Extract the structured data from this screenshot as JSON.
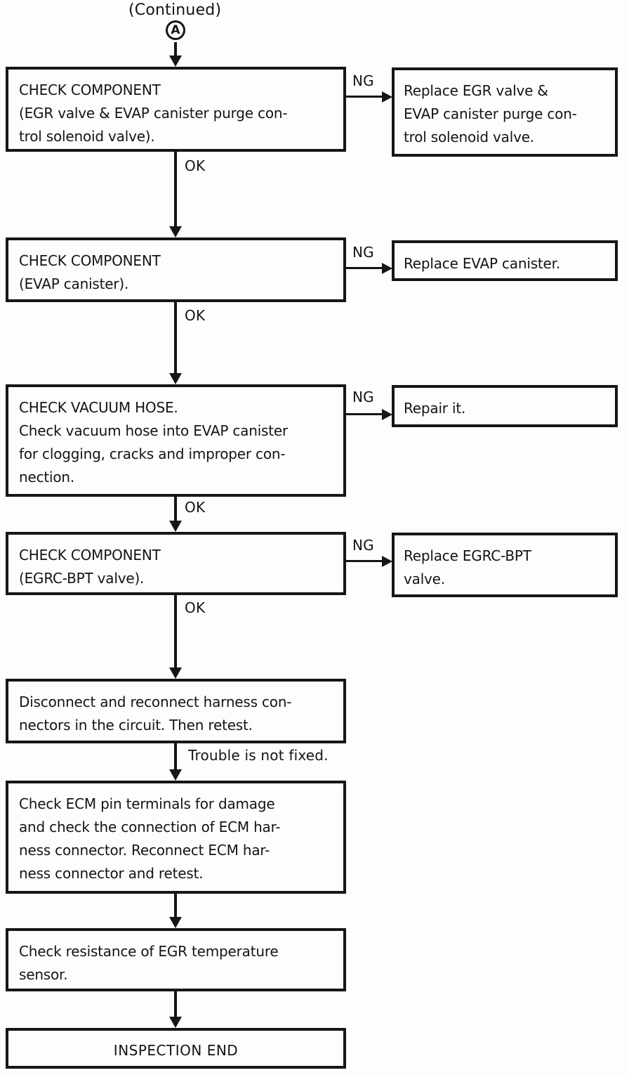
{
  "page": {
    "continued_label": "(Continued)",
    "connector_label": "A"
  },
  "labels": {
    "ok": "OK",
    "ng": "NG",
    "trouble": "Trouble is not fixed."
  },
  "steps": [
    {
      "text": "CHECK COMPONENT\n(EGR valve & EVAP canister purge con-\ntrol solenoid valve)."
    },
    {
      "text": "CHECK COMPONENT\n(EVAP canister)."
    },
    {
      "text": "CHECK VACUUM HOSE.\nCheck vacuum hose into EVAP canister\nfor clogging, cracks and improper con-\nnection."
    },
    {
      "text": "CHECK COMPONENT\n(EGRC-BPT valve)."
    },
    {
      "text": "Disconnect and reconnect harness con-\nnectors in the circuit. Then retest."
    },
    {
      "text": "Check ECM pin terminals for damage\nand check the connection of ECM har-\nness connector. Reconnect ECM har-\nness connector and retest."
    },
    {
      "text": "Check resistance of EGR temperature\nsensor."
    }
  ],
  "ng_actions": [
    {
      "text": "Replace EGR valve &\nEVAP canister purge con-\ntrol solenoid valve."
    },
    {
      "text": "Replace EVAP canister."
    },
    {
      "text": "Repair it."
    },
    {
      "text": "Replace EGRC-BPT\nvalve."
    }
  ],
  "end": {
    "text": "INSPECTION END"
  }
}
